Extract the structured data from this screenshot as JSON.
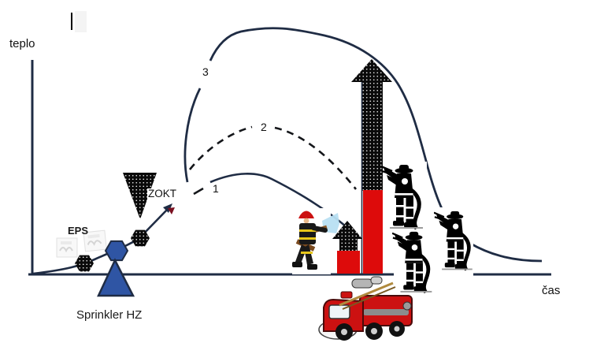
{
  "diagram": {
    "y_axis_label": "teplo",
    "x_axis_label": "čas",
    "annotations": {
      "eps": "EPS",
      "zokt": "ZOKT",
      "sprinkler": "Sprinkler HZ"
    },
    "curve_labels": {
      "curve1": "1",
      "curve2": "2",
      "curve3": "3"
    },
    "colors": {
      "curve_navy": "#1f2c44",
      "bar_red": "#dd0b0b",
      "device_blue": "#2f55a4",
      "pattern_black": "#0a0a0a",
      "water_spray": "#b8dff2",
      "arrow_tip_dark_red": "#7a1020"
    },
    "icons": [
      "zokt-vent-triangle-icon",
      "eps-detector-photo-icon",
      "detector-hexagon-dotted-icon",
      "detector-hexagon-blue-icon",
      "sprinkler-triangle-icon",
      "heat-release-arrow-large-icon",
      "heat-release-arrow-small-icon",
      "firefighter-color-icon",
      "firefighter-silhouette-icon",
      "fire-truck-icon"
    ]
  }
}
